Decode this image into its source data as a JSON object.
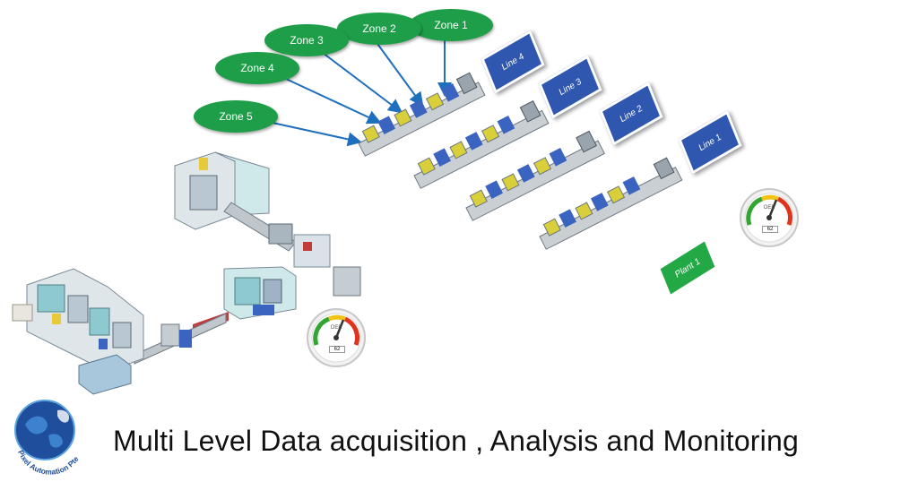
{
  "title": "Multi Level Data acquisition , Analysis and Monitoring",
  "zones": [
    "Zone 1",
    "Zone 2",
    "Zone 3",
    "Zone 4",
    "Zone 5"
  ],
  "lines": [
    "Line 4",
    "Line 3",
    "Line 2",
    "Line 1"
  ],
  "plant": "Plant 1",
  "gauge": {
    "label": "OEE",
    "value": "62"
  },
  "logo_text": "Pixel Automation Pte Ltd",
  "colors": {
    "zone": "#1e9e48",
    "line": "#2f57b0",
    "plant": "#22a844",
    "arrow": "#1f6fbf"
  }
}
